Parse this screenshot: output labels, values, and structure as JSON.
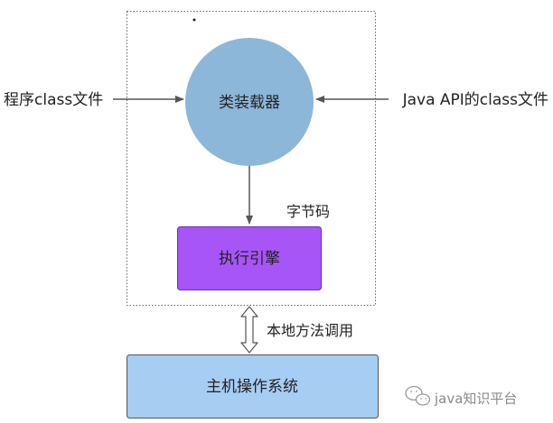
{
  "diagram": {
    "class_loader": "类装载器",
    "program_class_files": "程序class文件",
    "java_api_class_files": "Java API的class文件",
    "bytecode_label": "字节码",
    "execution_engine": "执行引擎",
    "native_method_call": "本地方法调用",
    "host_os": "主机操作系统"
  },
  "watermark": {
    "text": "java知识平台",
    "icon": "wechat-icon"
  },
  "colors": {
    "class_loader_fill": "#8cb7d9",
    "execution_engine_fill": "#a855f7",
    "host_os_fill": "#a6cdf2",
    "arrow": "#555555",
    "boundary": "#666666"
  }
}
